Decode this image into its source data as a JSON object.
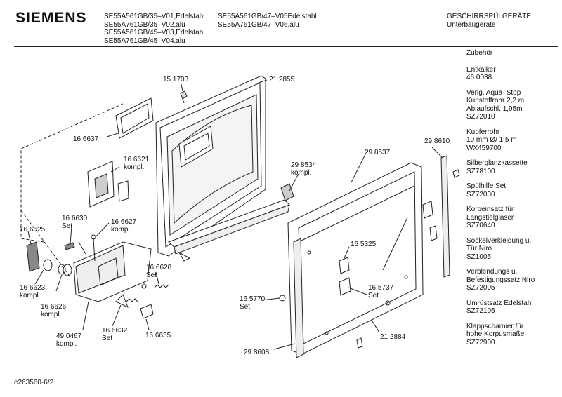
{
  "header": {
    "brand": "SIEMENS",
    "models_col1": [
      "SE55A561GB/35–V01,Edelstahl",
      "SE55A761GB/35–V02,alu",
      "SE55A561GB/45–V03,Edelstahl",
      "SE55A761GB/45–V04,alu"
    ],
    "models_col2": [
      "SE55A561GB/47–V05Edelstahl",
      "SE55A761GB/47–V06,alu"
    ],
    "category": [
      "GESCHIRRSPÜLGERÄTE",
      "Unterbaugeräte"
    ]
  },
  "sidebar": {
    "title": "Zubehör",
    "entries": [
      [
        "Entkalker",
        "46 0038"
      ],
      [
        "Verlg. Aqua–Stop",
        "Kunstoffrohr 2,2 m",
        "Ablaufschl. 1,95m",
        "SZ72010"
      ],
      [
        "Kupferrohr",
        "10 mm Ø/ 1,5 m",
        "WX459700"
      ],
      [
        "Silberglanzkassette",
        "SZ78100"
      ],
      [
        "Spülhilfe Set",
        "SZ72030"
      ],
      [
        "Korbeinsatz für",
        "Langstielgläser",
        "SZ70640"
      ],
      [
        "Sockelverkleidung u.",
        "Tür Niro",
        "SZ1005"
      ],
      [
        "Verblendungs u.",
        "Befestigungssatz Niro",
        "SZ72005"
      ],
      [
        "Umrüstsatz Edelstahl",
        "SZ72105"
      ],
      [
        "Klappscharnier für",
        "hohe Korpusmaße",
        "SZ72900"
      ]
    ]
  },
  "parts": {
    "p151703": "15 1703",
    "p212855": "21 2855",
    "p166637": "16 6637",
    "p166621": "16 6621",
    "p166621b": "kompl.",
    "p166630": "16 6630",
    "p166630b": "Set",
    "p166627": "16 6627",
    "p166627b": "kompl.",
    "p166625": "16 6625",
    "p166623": "16 6623",
    "p166623b": "kompl.",
    "p166626": "16 6626",
    "p166626b": "kompl.",
    "p490467": "49 0467",
    "p490467b": "kompl.",
    "p166632": "16 6632",
    "p166632b": "Set",
    "p166628": "16 6628",
    "p166628b": "Set",
    "p166635": "16 6635",
    "p298534": "29 8534",
    "p298534b": "kompl.",
    "p298537": "29 8537",
    "p298610": "29 8610",
    "p165325": "16 5325",
    "p165737": "16 5737",
    "p165737b": "Set",
    "p165770": "16 5770",
    "p165770b": "Set",
    "p298608": "29 8608",
    "p212884": "21 2884"
  },
  "footer": {
    "code": "e263560-6/2"
  }
}
